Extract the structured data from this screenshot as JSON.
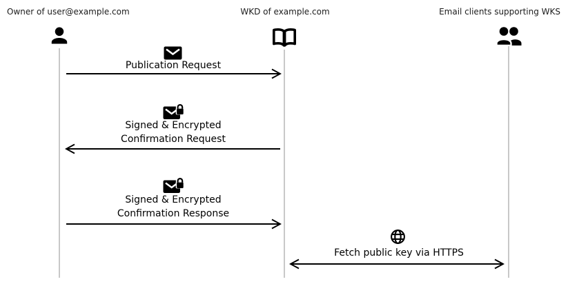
{
  "diagram_type": "sequence-diagram",
  "actors": [
    {
      "name": "owner",
      "label": "Owner of user@example.com",
      "icon": "person-icon"
    },
    {
      "name": "wkd",
      "label": "WKD of example.com",
      "icon": "open-book-icon"
    },
    {
      "name": "clients",
      "label": "Email clients supporting WKS",
      "icon": "people-icon"
    }
  ],
  "messages": [
    {
      "icon": "envelope-icon",
      "lines": [
        "Publication Request"
      ],
      "from": "owner",
      "to": "wkd",
      "arrow": "right"
    },
    {
      "icon": "envelope-lock-icon",
      "lines": [
        "Signed & Encrypted",
        "Confirmation Request"
      ],
      "from": "wkd",
      "to": "owner",
      "arrow": "left"
    },
    {
      "icon": "envelope-lock-icon",
      "lines": [
        "Signed & Encrypted",
        "Confirmation Response"
      ],
      "from": "owner",
      "to": "wkd",
      "arrow": "right"
    },
    {
      "icon": "globe-icon",
      "lines": [
        "Fetch public key via HTTPS"
      ],
      "from": "wkd",
      "to": "clients",
      "arrow": "both"
    }
  ],
  "colors": {
    "background": "#ffffff",
    "icon": "#000000",
    "arrow": "#000000",
    "text": "#000000",
    "actor_label_text": "#1c1c1c",
    "lifeline": "#c8c8c8"
  }
}
